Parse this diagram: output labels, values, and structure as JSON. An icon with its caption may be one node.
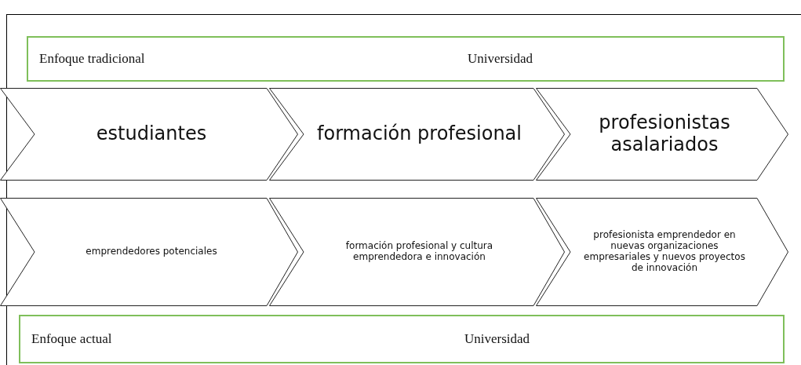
{
  "diagram": {
    "nodes": [
      {
        "text": [
          "Enfoque tradicional",
          "Universidad"
        ]
      },
      {
        "text": [
          "estudiantes"
        ]
      },
      {
        "text": [
          "formación profesional"
        ]
      },
      {
        "text": [
          "profesionistas asalariados"
        ]
      },
      {
        "text": [
          "emprendedores potenciales"
        ]
      },
      {
        "text": [
          "formación profesional y cultura emprendedora e innovación"
        ]
      },
      {
        "text": [
          "profesionista emprendedor en nuevas organizaciones empresariales y nuevos proyectos de innovación"
        ]
      },
      {
        "text": [
          "Enfoque actual",
          "Universidad"
        ]
      }
    ]
  }
}
